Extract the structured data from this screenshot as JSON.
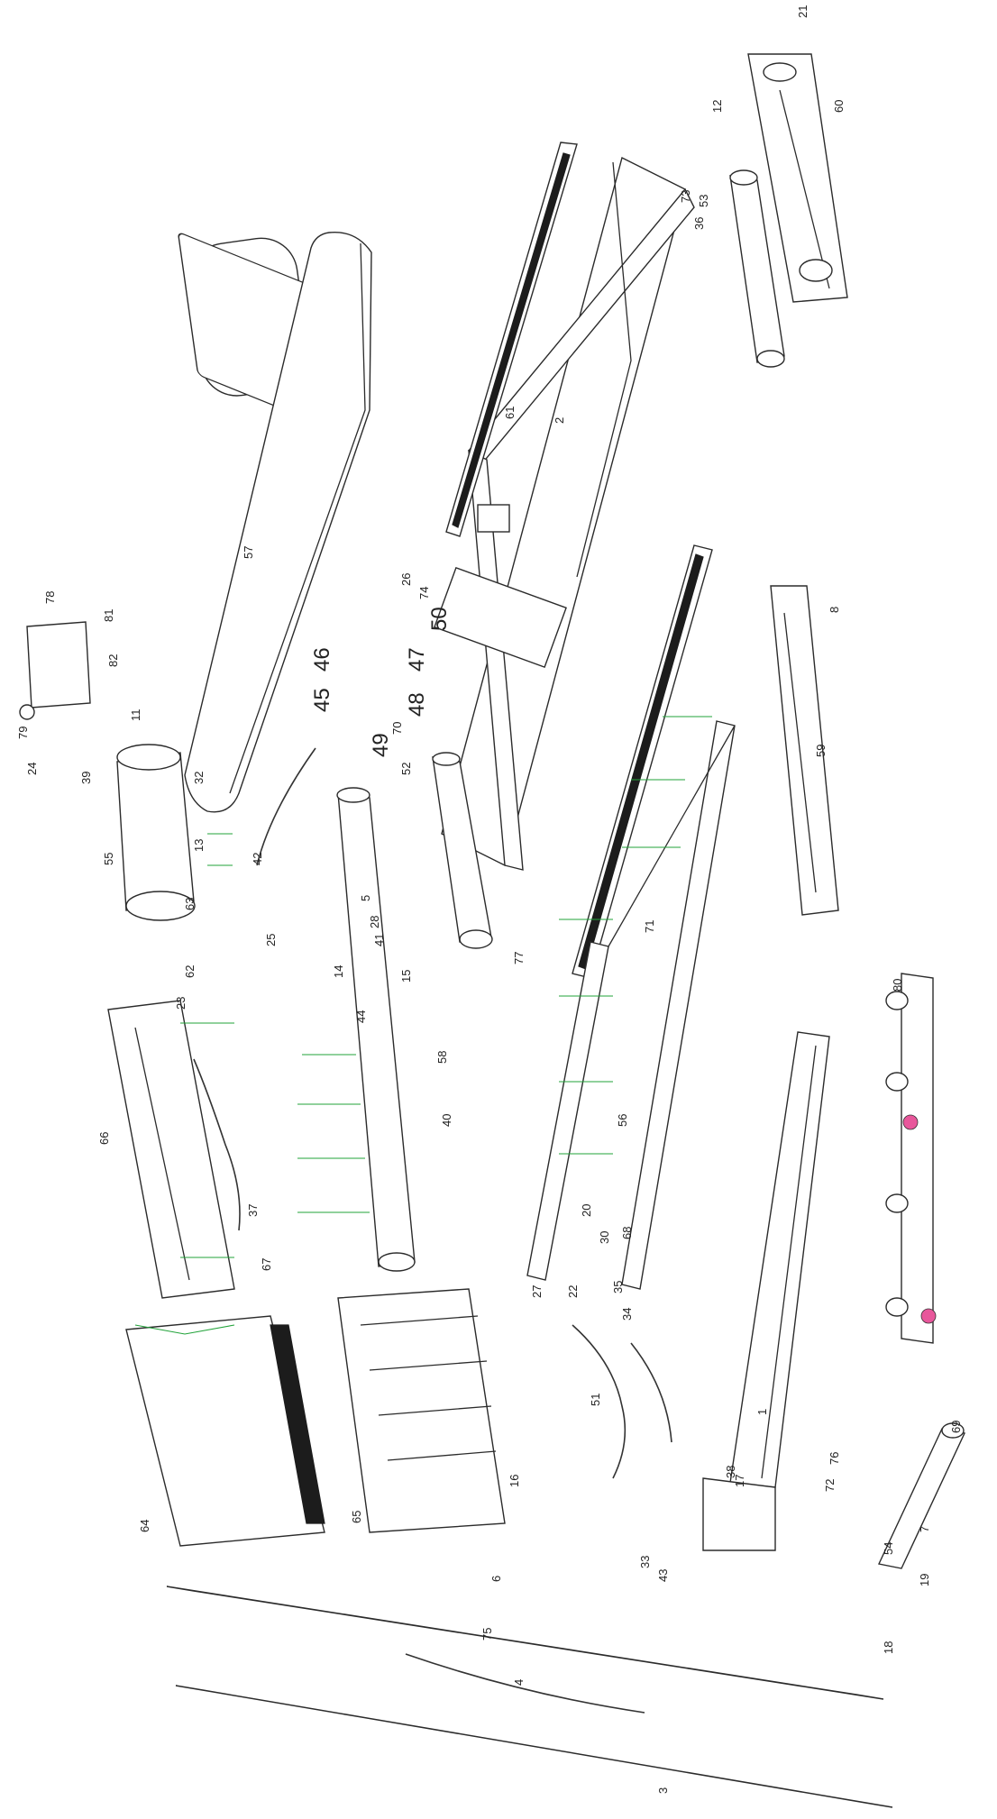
{
  "diagram": {
    "type": "exploded-parts-view",
    "leader_color": "#22a33a",
    "highlight_color": "#e8579b",
    "callouts": [
      "1",
      "2",
      "3",
      "4",
      "5",
      "6",
      "7",
      "8",
      "11",
      "12",
      "13",
      "14",
      "15",
      "16",
      "17",
      "18",
      "19",
      "20",
      "21",
      "22",
      "23",
      "24",
      "25",
      "26",
      "27",
      "28",
      "30",
      "32",
      "33",
      "34",
      "35",
      "36",
      "37",
      "38",
      "39",
      "40",
      "41",
      "42",
      "43",
      "44",
      "45",
      "46",
      "47",
      "48",
      "49",
      "50",
      "51",
      "52",
      "53",
      "54",
      "55",
      "56",
      "57",
      "58",
      "59",
      "60",
      "61",
      "62",
      "63",
      "64",
      "65",
      "66",
      "67",
      "68",
      "69",
      "70",
      "71",
      "72",
      "73",
      "74",
      "75",
      "76",
      "77",
      "78",
      "79",
      "80",
      "81",
      "82"
    ]
  }
}
